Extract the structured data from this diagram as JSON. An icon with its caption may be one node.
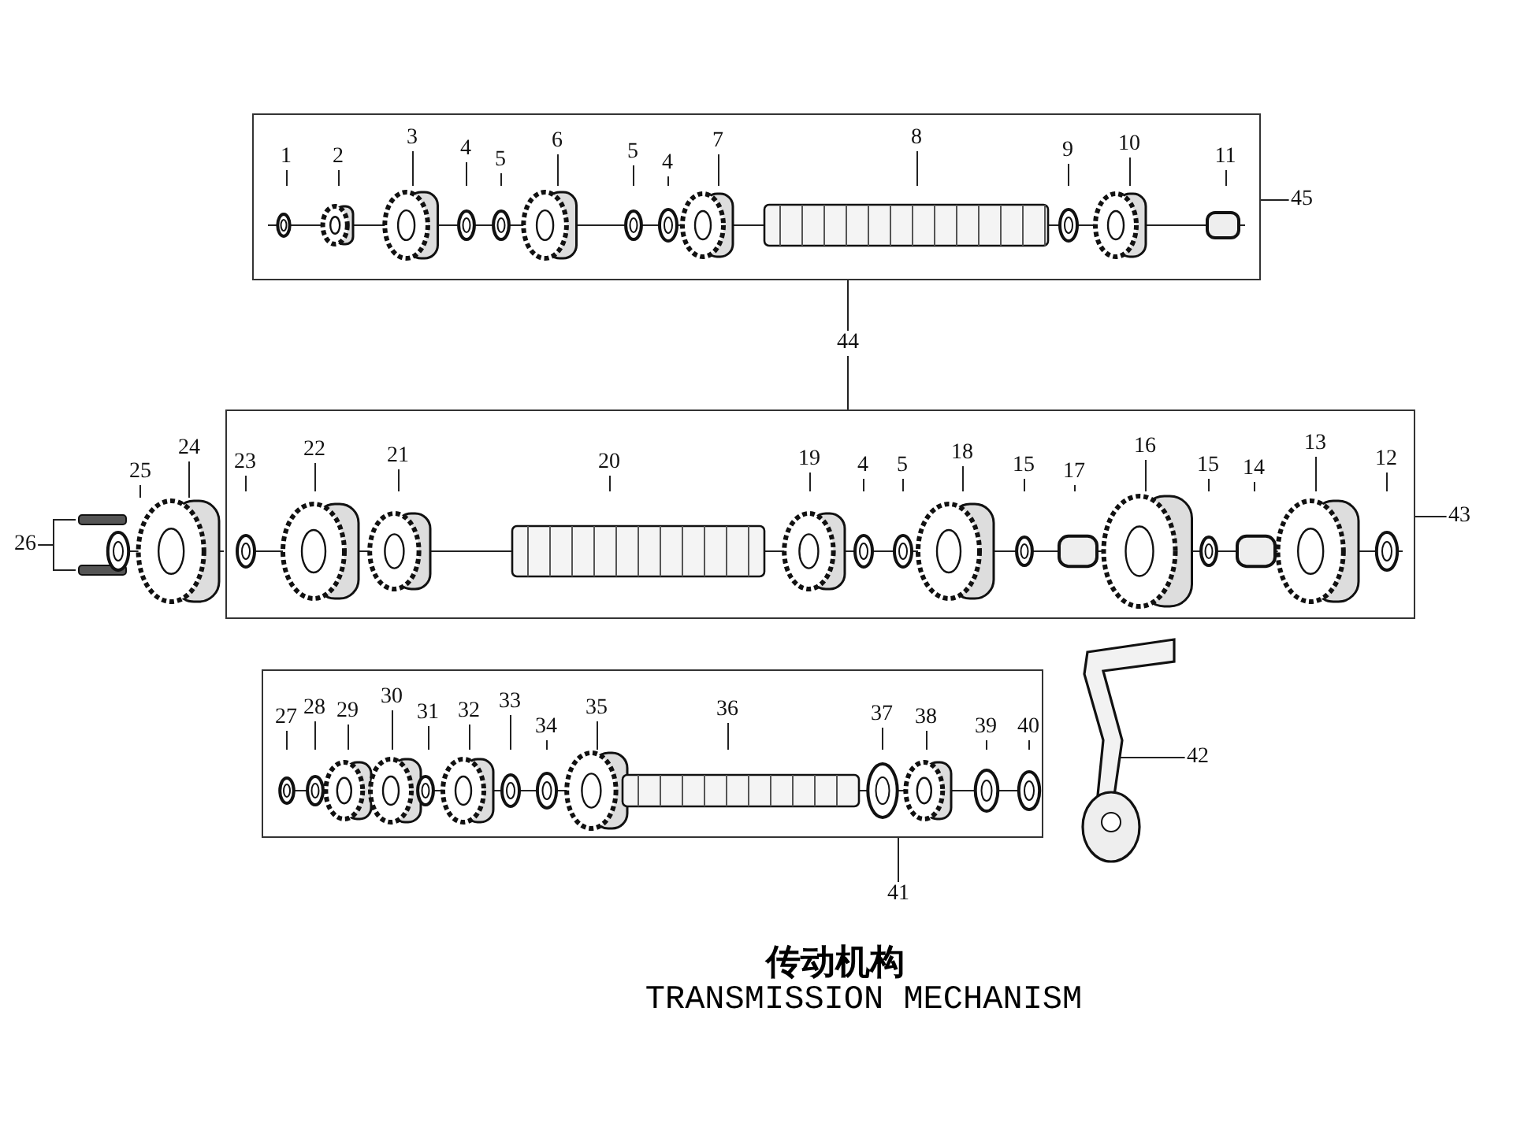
{
  "diagram": {
    "title": "传动机构",
    "caption": "TRANSMISSION MECHANISM",
    "nodes": [
      {
        "text": [],
        "shape": "box"
      },
      {
        "text": [
          "1"
        ],
        "in": 0
      },
      {
        "text": [
          "2"
        ],
        "in": 0
      },
      {
        "text": [
          "3"
        ],
        "in": 0
      },
      {
        "text": [
          "4"
        ],
        "in": 0
      },
      {
        "text": [
          "5"
        ],
        "in": 0
      },
      {
        "text": [
          "6"
        ],
        "in": 0
      },
      {
        "text": [
          "5"
        ],
        "in": 0
      },
      {
        "text": [
          "4"
        ],
        "in": 0
      },
      {
        "text": [
          "7"
        ],
        "in": 0
      },
      {
        "text": [
          "8"
        ],
        "in": 0
      },
      {
        "text": [
          "9"
        ],
        "in": 0
      },
      {
        "text": [
          "10"
        ],
        "in": 0
      },
      {
        "text": [
          "11"
        ],
        "in": 0
      },
      {
        "text": [
          "45"
        ]
      },
      {
        "text": [
          "44"
        ]
      },
      {
        "text": [],
        "shape": "box"
      },
      {
        "text": [
          "23"
        ],
        "in": 16
      },
      {
        "text": [
          "22"
        ],
        "in": 16
      },
      {
        "text": [
          "21"
        ],
        "in": 16
      },
      {
        "text": [
          "20"
        ],
        "in": 16
      },
      {
        "text": [
          "19"
        ],
        "in": 16
      },
      {
        "text": [
          "4"
        ],
        "in": 16
      },
      {
        "text": [
          "5"
        ],
        "in": 16
      },
      {
        "text": [
          "18"
        ],
        "in": 16
      },
      {
        "text": [
          "15"
        ],
        "in": 16
      },
      {
        "text": [
          "17"
        ],
        "in": 16
      },
      {
        "text": [
          "16"
        ],
        "in": 16
      },
      {
        "text": [
          "15"
        ],
        "in": 16
      },
      {
        "text": [
          "14"
        ],
        "in": 16
      },
      {
        "text": [
          "13"
        ],
        "in": 16
      },
      {
        "text": [
          "12"
        ],
        "in": 16
      },
      {
        "text": [
          "26"
        ]
      },
      {
        "text": [
          "25"
        ]
      },
      {
        "text": [
          "24"
        ]
      },
      {
        "text": [
          "43"
        ]
      },
      {
        "text": [],
        "shape": "box"
      },
      {
        "text": [
          "27"
        ],
        "in": 36
      },
      {
        "text": [
          "28"
        ],
        "in": 36
      },
      {
        "text": [
          "29"
        ],
        "in": 36
      },
      {
        "text": [
          "30"
        ],
        "in": 36
      },
      {
        "text": [
          "31"
        ],
        "in": 36
      },
      {
        "text": [
          "32"
        ],
        "in": 36
      },
      {
        "text": [
          "33"
        ],
        "in": 36
      },
      {
        "text": [
          "34"
        ],
        "in": 36
      },
      {
        "text": [
          "35"
        ],
        "in": 36
      },
      {
        "text": [
          "36"
        ],
        "in": 36
      },
      {
        "text": [
          "37"
        ],
        "in": 36
      },
      {
        "text": [
          "38"
        ],
        "in": 36
      },
      {
        "text": [
          "39"
        ],
        "in": 36
      },
      {
        "text": [
          "40"
        ],
        "in": 36
      },
      {
        "text": [
          "41"
        ]
      },
      {
        "text": [
          "42"
        ]
      },
      {
        "text": [],
        "shape": "picture",
        "in": 0
      },
      {
        "text": [],
        "shape": "picture",
        "in": 16
      },
      {
        "text": [],
        "shape": "picture"
      },
      {
        "text": [],
        "shape": "picture",
        "in": 36
      },
      {
        "text": [],
        "shape": "picture"
      }
    ],
    "edges": [
      {
        "from": 1,
        "to": 53,
        "arrow": "none"
      },
      {
        "from": 2,
        "to": 53,
        "arrow": "none"
      },
      {
        "from": 3,
        "to": 53,
        "arrow": "none"
      },
      {
        "from": 4,
        "to": 53,
        "arrow": "none"
      },
      {
        "from": 5,
        "to": 53,
        "arrow": "none"
      },
      {
        "from": 6,
        "to": 53,
        "arrow": "none"
      },
      {
        "from": 7,
        "to": 53,
        "arrow": "none"
      },
      {
        "from": 8,
        "to": 53,
        "arrow": "none"
      },
      {
        "from": 9,
        "to": 53,
        "arrow": "none"
      },
      {
        "from": 10,
        "to": 53,
        "arrow": "none"
      },
      {
        "from": 11,
        "to": 53,
        "arrow": "none"
      },
      {
        "from": 12,
        "to": 53,
        "arrow": "none"
      },
      {
        "from": 13,
        "to": 53,
        "arrow": "none"
      },
      {
        "from": 14,
        "to": 0,
        "arrow": "none"
      },
      {
        "from": 15,
        "to": 0,
        "arrow": "none"
      },
      {
        "from": 15,
        "to": 16,
        "arrow": "none"
      },
      {
        "from": 17,
        "to": 54,
        "arrow": "none"
      },
      {
        "from": 18,
        "to": 54,
        "arrow": "none"
      },
      {
        "from": 19,
        "to": 54,
        "arrow": "none"
      },
      {
        "from": 20,
        "to": 54,
        "arrow": "none"
      },
      {
        "from": 21,
        "to": 54,
        "arrow": "none"
      },
      {
        "from": 22,
        "to": 54,
        "arrow": "none"
      },
      {
        "from": 23,
        "to": 54,
        "arrow": "none"
      },
      {
        "from": 24,
        "to": 54,
        "arrow": "none"
      },
      {
        "from": 25,
        "to": 54,
        "arrow": "none"
      },
      {
        "from": 26,
        "to": 54,
        "arrow": "none"
      },
      {
        "from": 27,
        "to": 54,
        "arrow": "none"
      },
      {
        "from": 28,
        "to": 54,
        "arrow": "none"
      },
      {
        "from": 29,
        "to": 54,
        "arrow": "none"
      },
      {
        "from": 30,
        "to": 54,
        "arrow": "none"
      },
      {
        "from": 31,
        "to": 54,
        "arrow": "none"
      },
      {
        "from": 32,
        "to": 55,
        "arrow": "none"
      },
      {
        "from": 32,
        "to": 55,
        "arrow": "none"
      },
      {
        "from": 33,
        "to": 55,
        "arrow": "none"
      },
      {
        "from": 34,
        "to": 55,
        "arrow": "none"
      },
      {
        "from": 35,
        "to": 16,
        "arrow": "none"
      },
      {
        "from": 37,
        "to": 56,
        "arrow": "none"
      },
      {
        "from": 38,
        "to": 56,
        "arrow": "none"
      },
      {
        "from": 39,
        "to": 56,
        "arrow": "none"
      },
      {
        "from": 40,
        "to": 56,
        "arrow": "none"
      },
      {
        "from": 41,
        "to": 56,
        "arrow": "none"
      },
      {
        "from": 42,
        "to": 56,
        "arrow": "none"
      },
      {
        "from": 43,
        "to": 56,
        "arrow": "none"
      },
      {
        "from": 44,
        "to": 56,
        "arrow": "none"
      },
      {
        "from": 45,
        "to": 56,
        "arrow": "none"
      },
      {
        "from": 46,
        "to": 56,
        "arrow": "none"
      },
      {
        "from": 47,
        "to": 56,
        "arrow": "none"
      },
      {
        "from": 48,
        "to": 56,
        "arrow": "none"
      },
      {
        "from": 49,
        "to": 56,
        "arrow": "none"
      },
      {
        "from": 50,
        "to": 56,
        "arrow": "none"
      },
      {
        "from": 51,
        "to": 36,
        "arrow": "none"
      },
      {
        "from": 52,
        "to": 57,
        "arrow": "none"
      }
    ]
  }
}
